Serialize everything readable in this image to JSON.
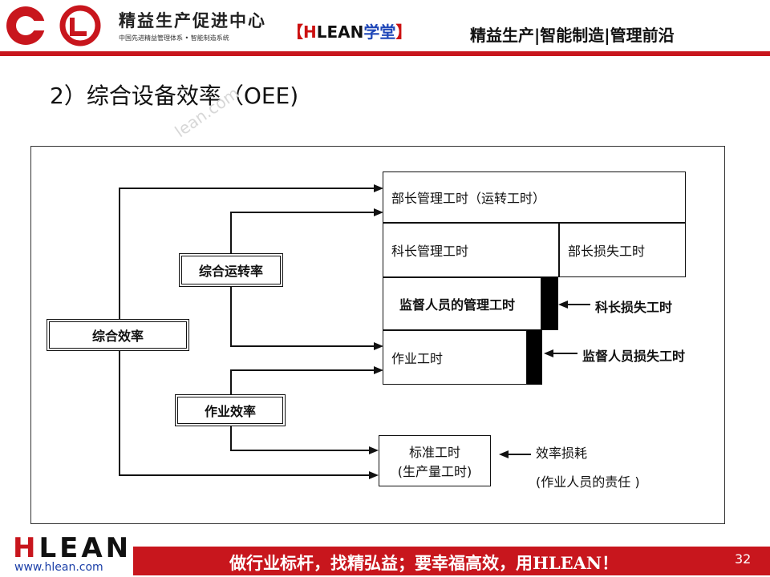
{
  "header": {
    "brand_name": "精益生产促进中心",
    "brand_tagline": "中国先进精益管理体系 • 智能制造系统",
    "banner_open": "【",
    "banner_h": "H",
    "banner_lean": "LEAN",
    "banner_cn": "学堂",
    "banner_close": "】",
    "right_text": "精益生产|智能制造|管理前沿"
  },
  "slide": {
    "title": "2）综合设备效率（OEE)",
    "watermark": "lean.com"
  },
  "diagram": {
    "boxes": {
      "dept_head_hours": "部长管理工时（运转工时）",
      "section_chief_hours": "科长管理工时",
      "dept_head_loss": "部长损失工时",
      "supervisor_hours": "监督人员的管理工时",
      "work_hours": "作业工时",
      "standard_hours_line1": "标准工时",
      "standard_hours_line2": "(生产量工时)",
      "overall_operating_rate": "综合运转率",
      "overall_efficiency": "综合效率",
      "work_efficiency": "作业效率"
    },
    "labels": {
      "section_chief_loss": "科长损失工时",
      "supervisor_loss": "监督人员损失工时",
      "efficiency_loss_line1": "效率损耗",
      "efficiency_loss_line2": "(作业人员的责任 )"
    }
  },
  "footer": {
    "logo_h": "H",
    "logo_rest": "LEAN",
    "url": "www.hlean.com",
    "slogan": "做行业标杆，找精弘益；要幸福高效，用HLEAN！",
    "page_number": "32"
  },
  "colors": {
    "brand_red": "#c8161d",
    "brand_blue": "#1f47b8"
  }
}
